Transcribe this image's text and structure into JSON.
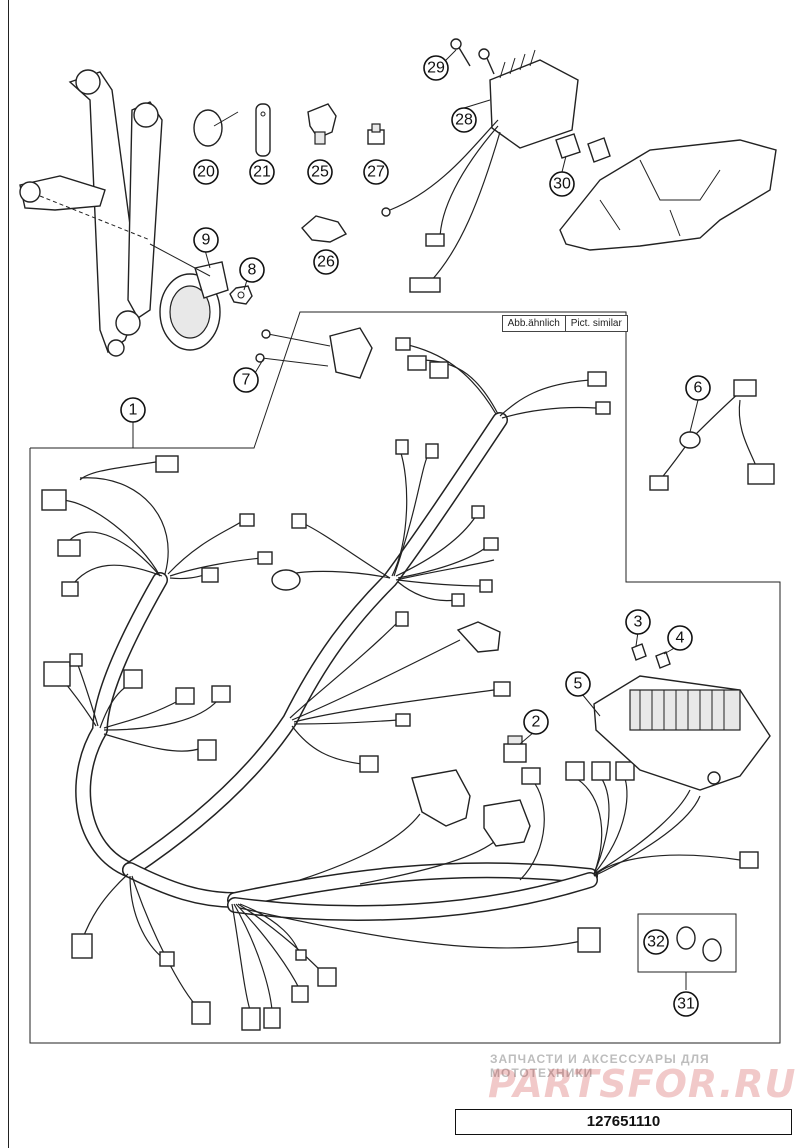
{
  "note_label_de": "Abb.ähnlich",
  "note_label_en": "Pict. similar",
  "watermark_tagline": "ЗАПЧАСТИ И АКСЕССУАРЫ ДЛЯ МОТОТЕХНИКИ",
  "watermark_logo": "PARTSFOR.RU",
  "diagram_number": "127651110",
  "callouts": [
    "1",
    "2",
    "3",
    "4",
    "5",
    "6",
    "7",
    "8",
    "9",
    "20",
    "21",
    "25",
    "26",
    "27",
    "28",
    "29",
    "30",
    "31",
    "32"
  ]
}
